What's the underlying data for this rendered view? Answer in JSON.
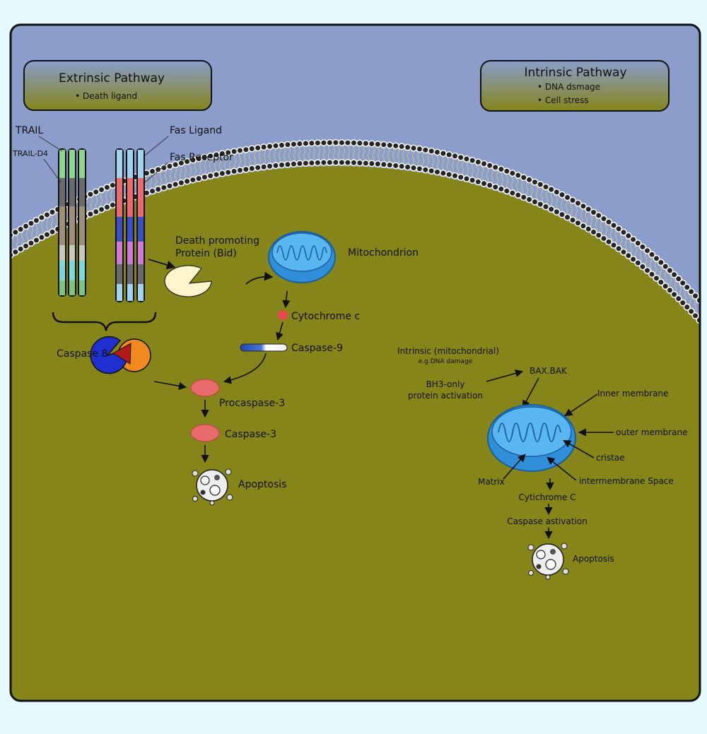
{
  "colors": {
    "page_bg": "#e6fbfd",
    "extracellular": "#8a9dcb",
    "cytoplasm": "#858519",
    "membrane_head": "#2a2a2a",
    "mitochondrion": "#3f9fe0",
    "caspase": "#e96a6a",
    "bid": "#fdf6cc"
  },
  "extrinsic": {
    "title": "Extrinsic Pathway",
    "items": [
      "Death ligand"
    ]
  },
  "intrinsic": {
    "title": "Intrinsic Pathway",
    "items": [
      "DNA dsmage",
      "Cell stress"
    ]
  },
  "labels": {
    "trail": "TRAIL",
    "trail_d4": "TRAIL-D4",
    "fas_ligand": "Fas Ligand",
    "fas_receptor": "Fas Receptor",
    "death_promoting_1": "Death promoting",
    "death_promoting_2": "Protein (Bid)",
    "mitochondrion": "Mitochondrion",
    "cytochrome_c": "Cytochrome c",
    "caspase_9": "Caspase-9",
    "caspase_8": "Caspase 8",
    "procaspase_3": "Procaspase-3",
    "caspase_3": "Caspase-3",
    "apoptosis": "Apoptosis"
  },
  "mito_detail": {
    "intrinsic_mito": "Intrinsic (mitochondrial)",
    "eg_dna": "e.g.DNA damage",
    "bh3_1": "BH3-only",
    "bh3_2": "protein activation",
    "bax_bak": "BAX.BAK",
    "inner_membrane": "Inner membrane",
    "outer_membrane": "outer membrane",
    "cristae": "cristae",
    "intermembrane": "intermembrane Space",
    "matrix": "Matrix",
    "cytochrome_c": "Cytichrome C",
    "caspase_activation": "Caspase astivation",
    "apoptosis": "Apoptosis"
  }
}
